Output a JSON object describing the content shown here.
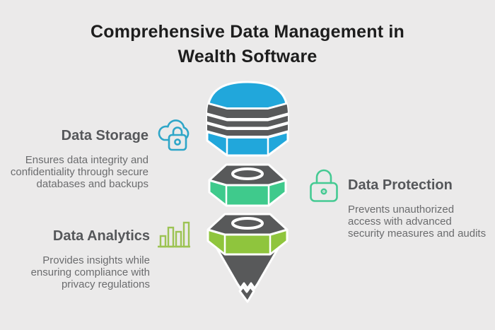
{
  "title": {
    "line1": "Comprehensive Data Management in",
    "line2": "Wealth Software"
  },
  "sections": [
    {
      "id": "data-storage",
      "heading": "Data Storage",
      "icon": "cloud-lock-icon",
      "lines": [
        "Ensures data integrity and",
        "confidentiality through secure",
        "databases and backups"
      ]
    },
    {
      "id": "data-protection",
      "heading": "Data Protection",
      "icon": "padlock-icon",
      "lines": [
        "Prevents unauthorized",
        "access with advanced",
        "security measures and audits"
      ]
    },
    {
      "id": "data-analytics",
      "heading": "Data Analytics",
      "icon": "bar-chart-icon",
      "lines": [
        "Provides insights while",
        "ensuring compliance with",
        "privacy regulations"
      ]
    }
  ],
  "colors": {
    "background": "#ebeaea",
    "title_text": "#1d1d1d",
    "heading_text": "#55575a",
    "body_text": "#6b6c6e",
    "storage_blue": "#21a7db",
    "protection_green": "#3fca8c",
    "analytics_lime": "#8fc53d",
    "funnel_gray": "#58595a",
    "cloud_icon_stroke": "#2ea6c8",
    "lock_icon_stroke": "#45ca93",
    "chart_icon_stroke": "#9cc353"
  }
}
